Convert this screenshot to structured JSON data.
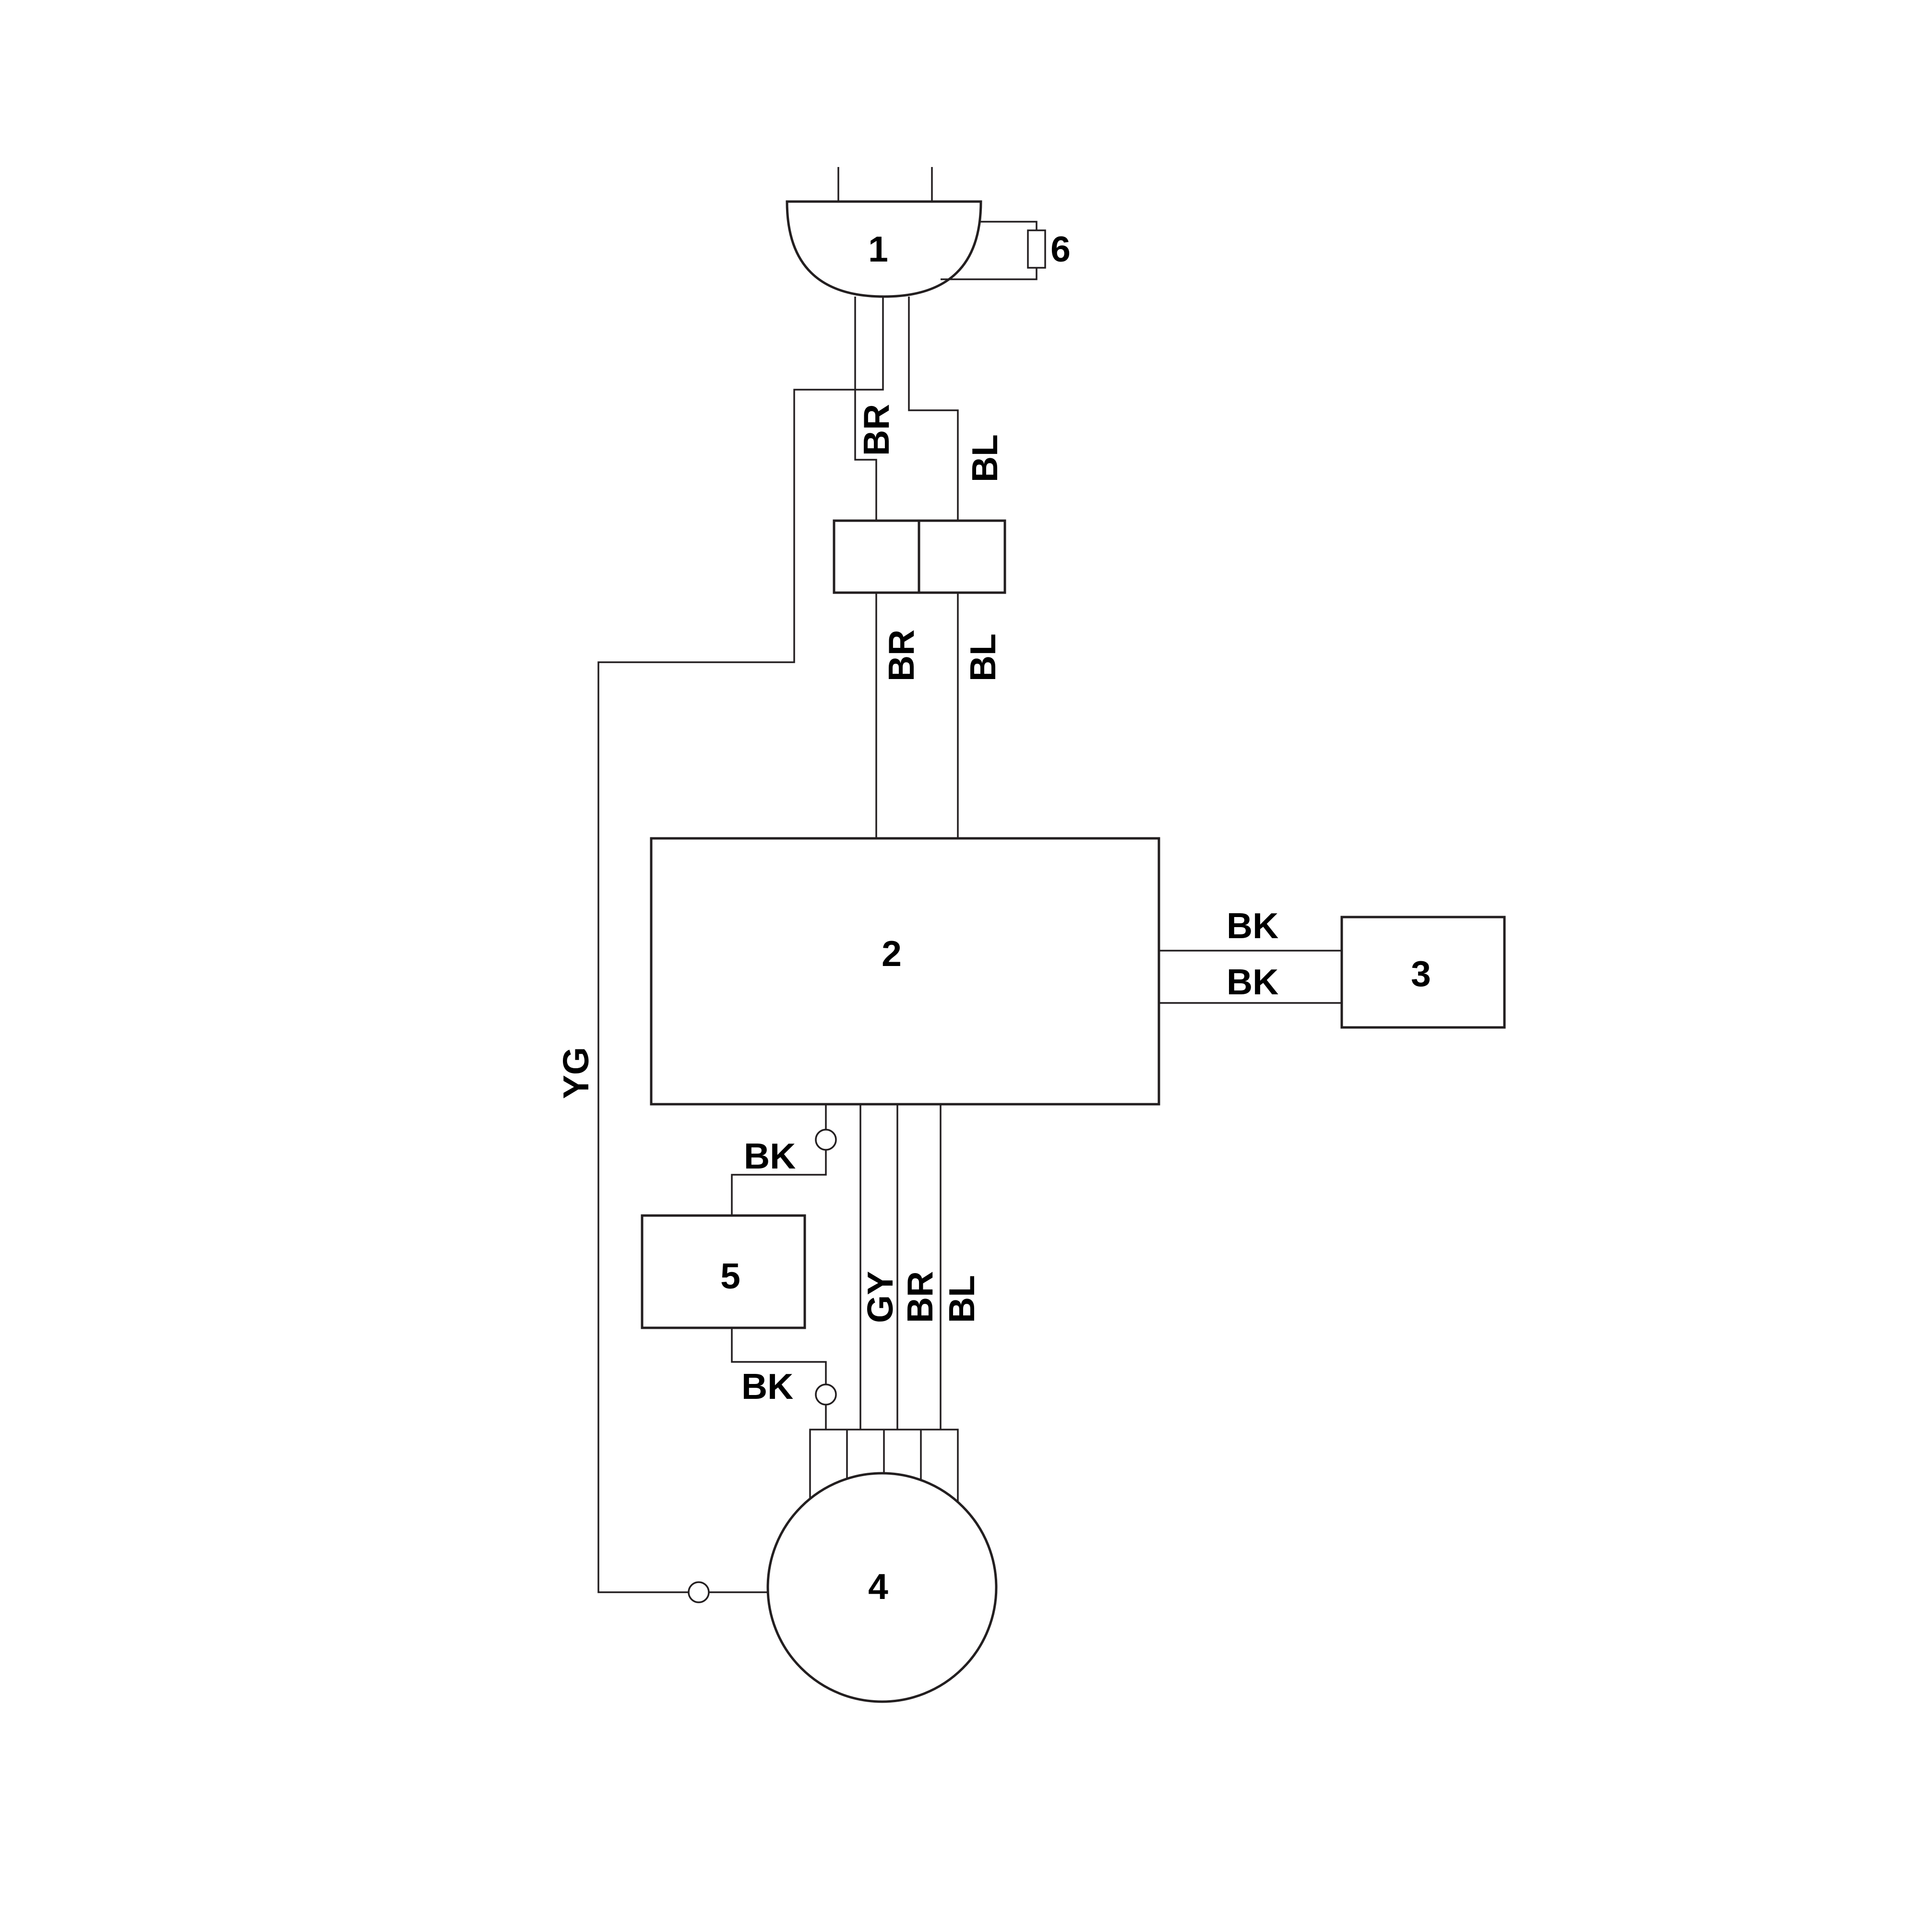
{
  "components": {
    "plug": "1",
    "control_board": "2",
    "unit_3": "3",
    "motor": "4",
    "unit_5": "5",
    "fuse": "6"
  },
  "wire_labels": {
    "plug_brown": "BR",
    "plug_blue": "BL",
    "board_in_brown": "BR",
    "board_in_blue": "BL",
    "earth": "YG",
    "to3_top": "BK",
    "to3_bottom": "BK",
    "to5_top": "BK",
    "to5_bottom": "BK",
    "motor_grey": "GY",
    "motor_brown": "BR",
    "motor_blue": "BL"
  }
}
